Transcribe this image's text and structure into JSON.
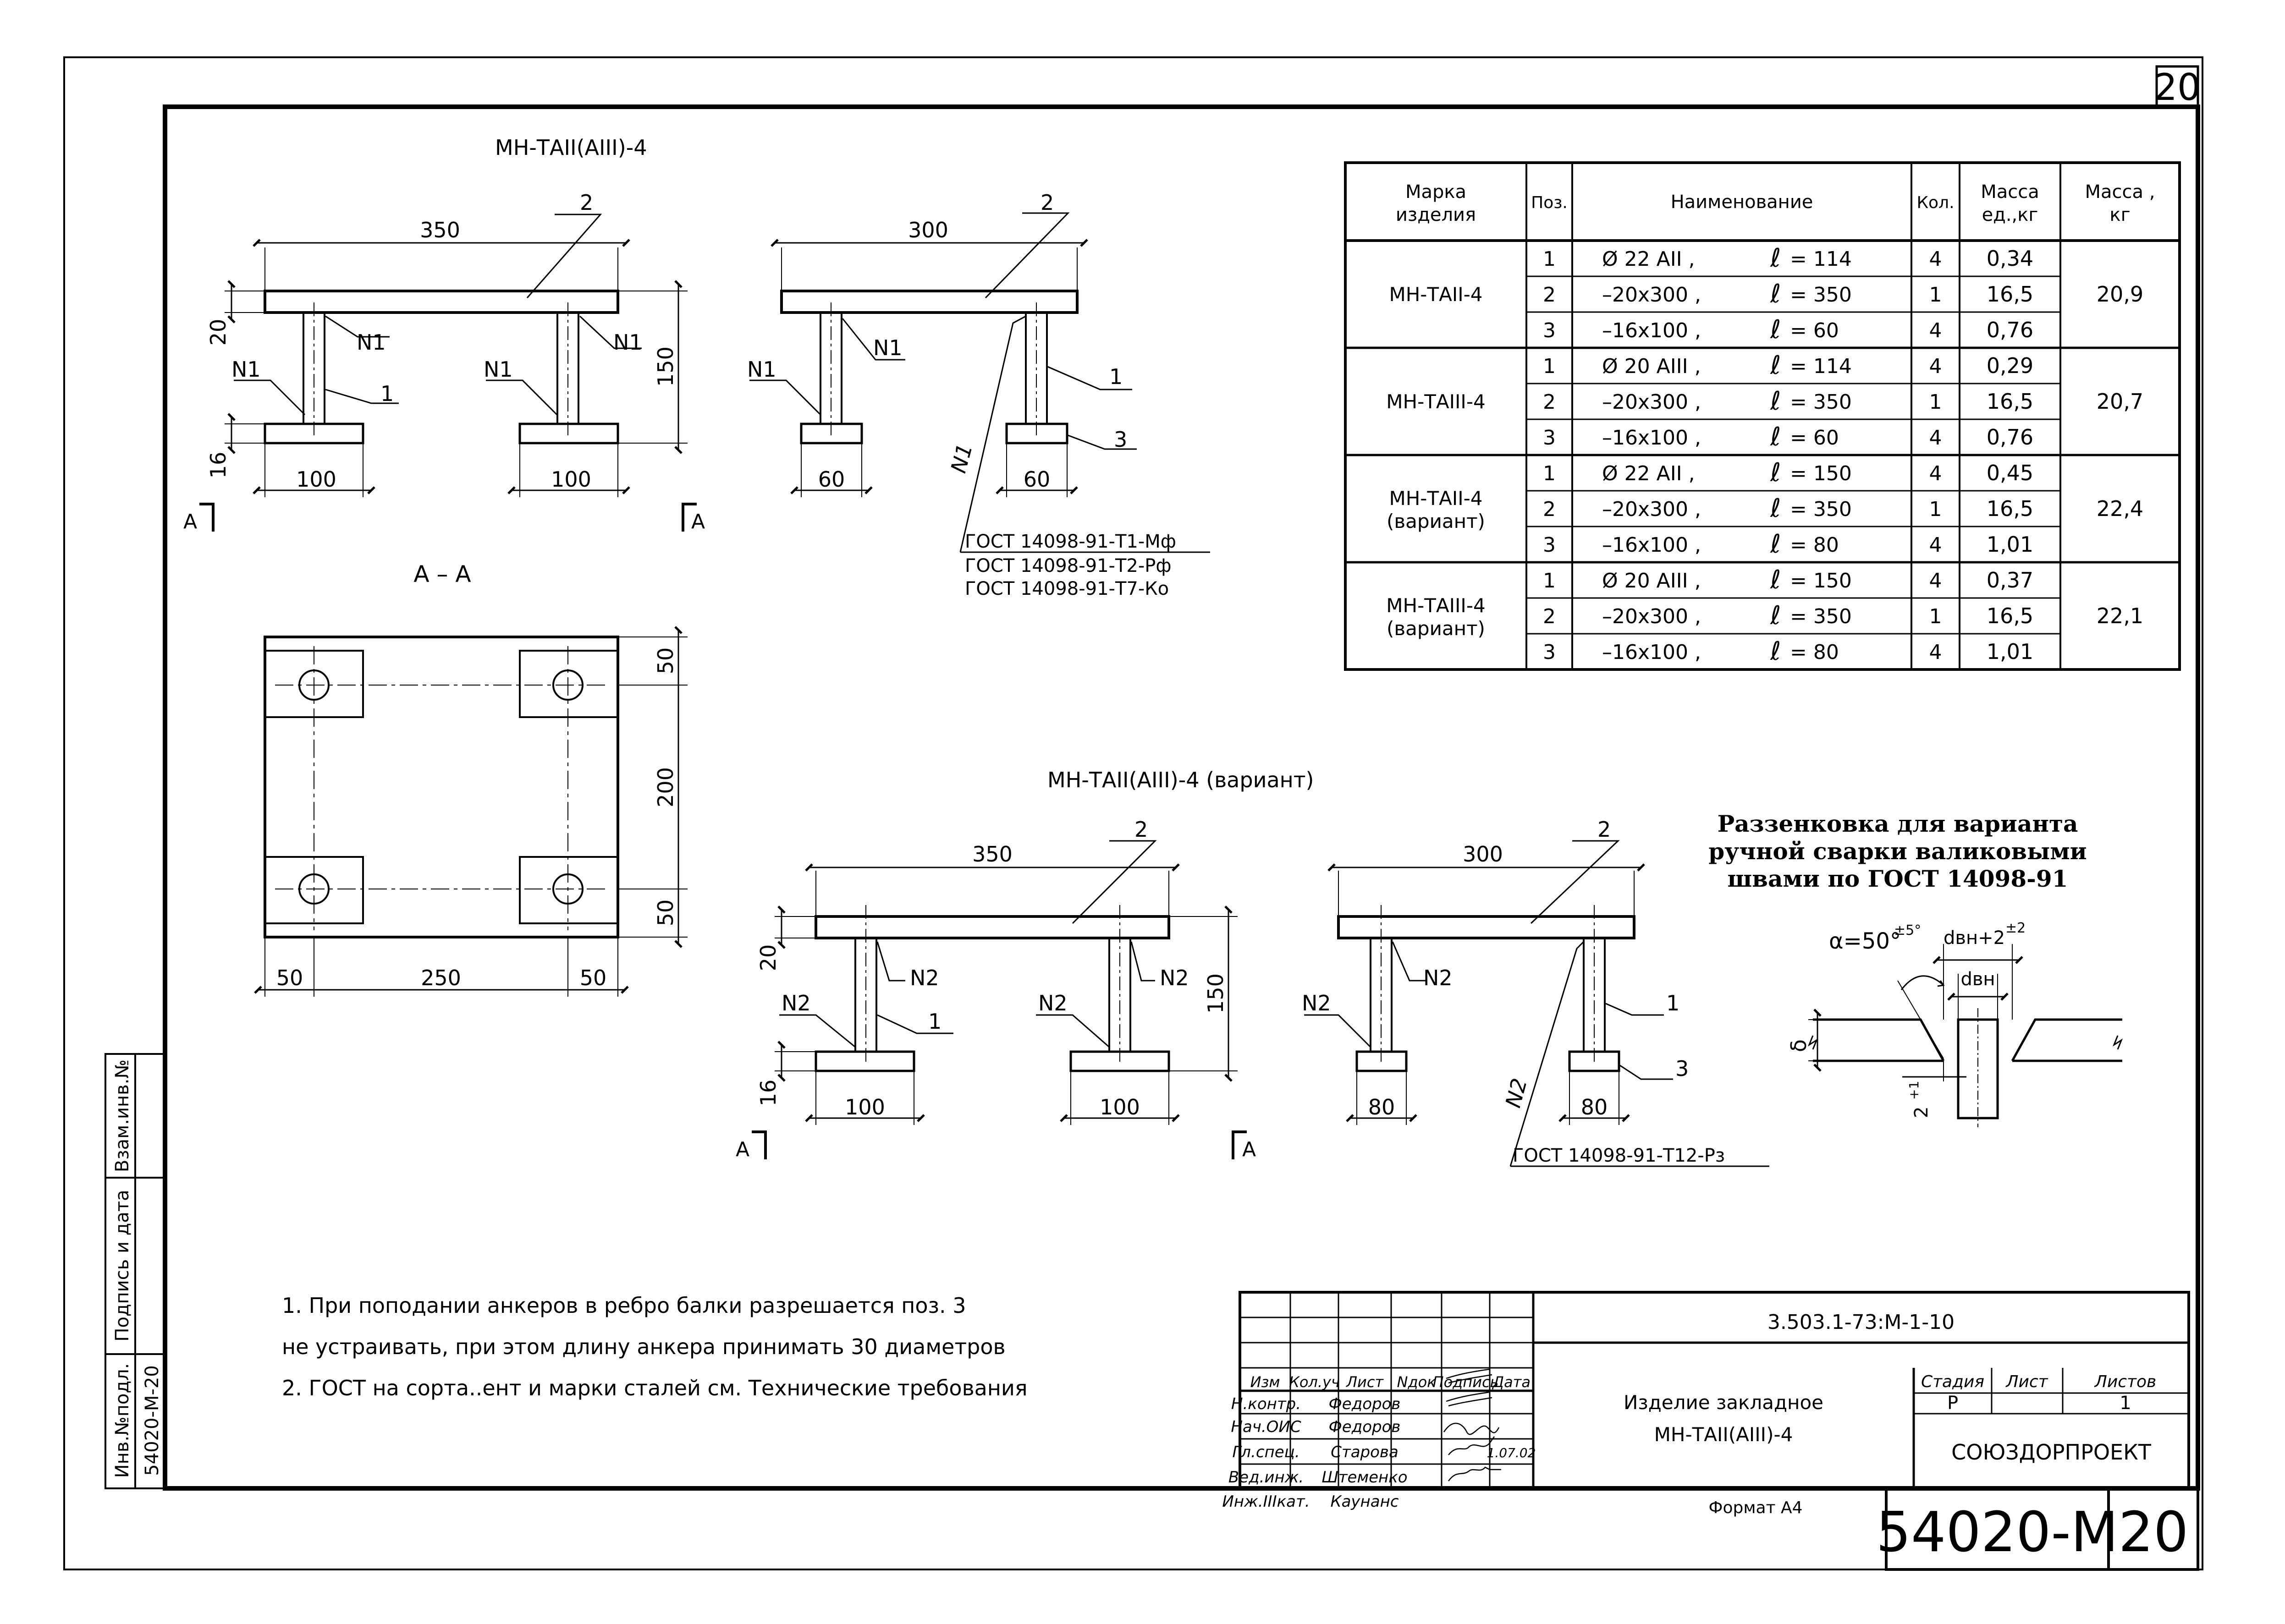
{
  "sheet": {
    "number_top": "20",
    "doc_code": "54020-М",
    "sheet_no": "20",
    "format": "Формат А4"
  },
  "views": {
    "top_title": "МН-ТАII(АIII)-4",
    "variant_title": "МН-ТАII(АIII)-4  (вариант)",
    "section_title": "А – А",
    "section_mark": "А"
  },
  "dims": {
    "d350": "350",
    "d300": "300",
    "d150": "150",
    "d20": "20",
    "d16": "16",
    "d100": "100",
    "d60": "60",
    "d80": "80",
    "d50": "50",
    "d200": "200",
    "d250": "250",
    "pos1": "1",
    "pos2": "2",
    "pos3": "3",
    "n1": "N1",
    "n2": "N2"
  },
  "gost_notes": {
    "t1": "ГОСТ  14098-91-Т1-Мф",
    "t2": "ГОСТ  14098-91-Т2-Рф",
    "t7": "ГОСТ  14098-91-Т7-Ко",
    "t12": "ГОСТ  14098-91-Т12-Рз"
  },
  "detail": {
    "title_lines": [
      "Раззенковка для варианта",
      "ручной сварки валиковыми",
      "швами по ГОСТ 14098-91"
    ],
    "alpha": "α=50°",
    "alpha_tol": "±5°",
    "dvn2": "dвн+2",
    "dvn2_tol": "±2",
    "dvn": "dвн",
    "delta": "δ",
    "gap": "2",
    "gap_tol": "+1"
  },
  "spec_table": {
    "headers": [
      "Марка изделия",
      "Поз.",
      "Наименование",
      "Кол.",
      "Масса ед.,кг",
      "Масса , кг"
    ],
    "header_lines": {
      "mark": [
        "Марка",
        "изделия"
      ],
      "pos": "Поз.",
      "name": "Наименование",
      "qty": "Кол.",
      "mass_unit": [
        "Масса",
        "ед.,кг"
      ],
      "mass_total": [
        "Масса ,",
        "кг"
      ]
    },
    "groups": [
      {
        "mark": [
          "МН-ТАII-4"
        ],
        "total": "20,9",
        "rows": [
          {
            "pos": "1",
            "name": "Ø 22 АII ,",
            "len": "= 114",
            "qty": "4",
            "mass": "0,34"
          },
          {
            "pos": "2",
            "name": "–20х300 ,",
            "len": "= 350",
            "qty": "1",
            "mass": "16,5"
          },
          {
            "pos": "3",
            "name": "–16х100 ,",
            "len": "= 60",
            "qty": "4",
            "mass": "0,76"
          }
        ]
      },
      {
        "mark": [
          "МН-ТАIII-4"
        ],
        "total": "20,7",
        "rows": [
          {
            "pos": "1",
            "name": "Ø 20 АIII ,",
            "len": "= 114",
            "qty": "4",
            "mass": "0,29"
          },
          {
            "pos": "2",
            "name": "–20х300 ,",
            "len": "= 350",
            "qty": "1",
            "mass": "16,5"
          },
          {
            "pos": "3",
            "name": "–16х100 ,",
            "len": "= 60",
            "qty": "4",
            "mass": "0,76"
          }
        ]
      },
      {
        "mark": [
          "МН-ТАII-4",
          "(вариант)"
        ],
        "total": "22,4",
        "rows": [
          {
            "pos": "1",
            "name": "Ø 22 АII ,",
            "len": "= 150",
            "qty": "4",
            "mass": "0,45"
          },
          {
            "pos": "2",
            "name": "–20х300 ,",
            "len": "= 350",
            "qty": "1",
            "mass": "16,5"
          },
          {
            "pos": "3",
            "name": "–16х100 ,",
            "len": "= 80",
            "qty": "4",
            "mass": "1,01"
          }
        ]
      },
      {
        "mark": [
          "МН-ТАIII-4",
          "(вариант)"
        ],
        "total": "22,1",
        "rows": [
          {
            "pos": "1",
            "name": "Ø 20 АIII ,",
            "len": "= 150",
            "qty": "4",
            "mass": "0,37"
          },
          {
            "pos": "2",
            "name": "–20х300 ,",
            "len": "= 350",
            "qty": "1",
            "mass": "16,5"
          },
          {
            "pos": "3",
            "name": "–16х100 ,",
            "len": "= 80",
            "qty": "4",
            "mass": "1,01"
          }
        ]
      }
    ]
  },
  "notes": [
    "1. При поподании анкеров в ребро балки разрешается поз. 3",
    "не устраивать, при этом длину анкера принимать 30 диаметров",
    "2. ГОСТ на сорта..ент и марки сталей см. Технические требования"
  ],
  "side_stamp": {
    "inv_label": "Инв.№подл.",
    "inv_value": "54020-М-20",
    "sign_label": "Подпись и дата",
    "vzam_label": "Взам.инв.№"
  },
  "title_block": {
    "code": "3.503.1-73:М-1-10",
    "col_headers": [
      "Изм",
      "Кол.уч",
      "Лист",
      "Nдок",
      "Подпись",
      "Дата"
    ],
    "people": [
      {
        "role": "Н.контр.",
        "name": "Федоров",
        "date": ""
      },
      {
        "role": "Нач.ОИС",
        "name": "Федоров",
        "date": ""
      },
      {
        "role": "Гл.спец.",
        "name": "Старова",
        "date": "1.07.02"
      },
      {
        "role": "Вед.инж.",
        "name": "Штеменко",
        "date": ""
      },
      {
        "role": "Инж.IIIкат.",
        "name": "Каунанс",
        "date": ""
      }
    ],
    "item_name": [
      "Изделие закладное",
      "МН-ТАII(АIII)-4"
    ],
    "stage_headers": [
      "Стадия",
      "Лист",
      "Листов"
    ],
    "stage_values": [
      "Р",
      "",
      "1"
    ],
    "org": "СОЮЗДОРПРОЕКТ"
  }
}
